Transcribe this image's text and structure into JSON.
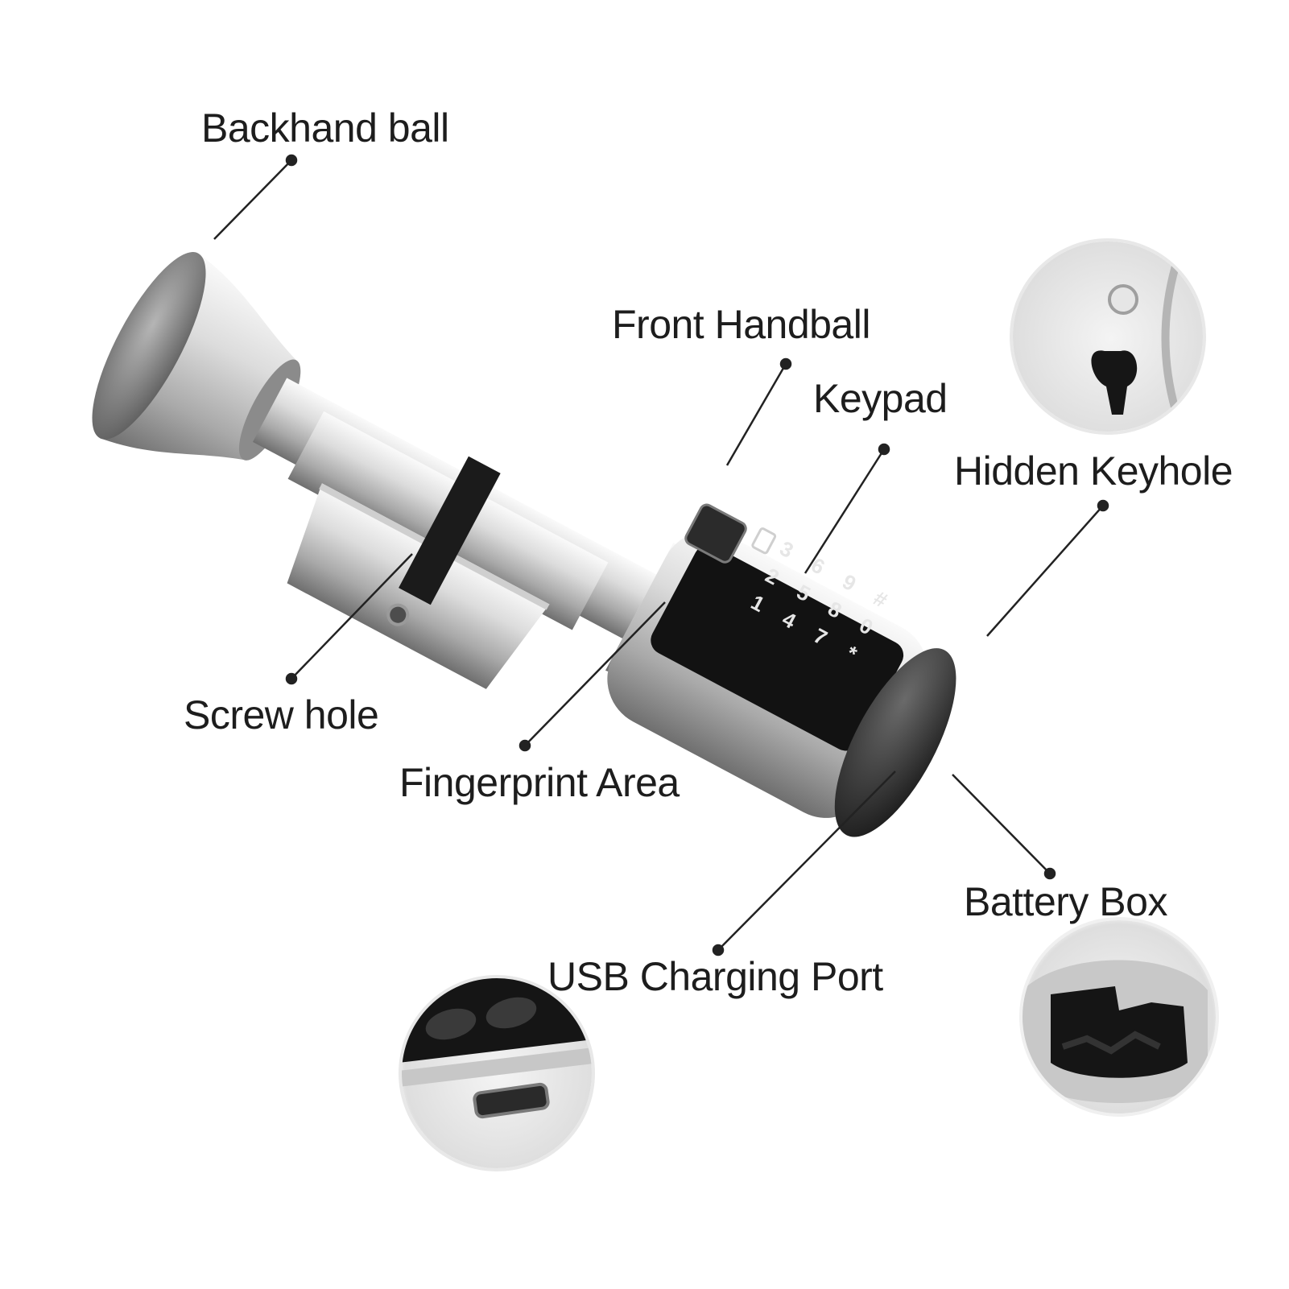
{
  "labels": {
    "backhand_ball": "Backhand ball",
    "front_handball": "Front Handball",
    "keypad": "Keypad",
    "hidden_keyhole": "Hidden Keyhole",
    "screw_hole": "Screw hole",
    "fingerprint_area": "Fingerprint Area",
    "battery_box": "Battery Box",
    "usb_charging_port": "USB Charging Port"
  },
  "keypad_keys": [
    "3",
    "6",
    "9",
    "#",
    "2",
    "5",
    "8",
    "0",
    "1",
    "4",
    "7",
    "*"
  ],
  "colors": {
    "metal_light": "#eeeeee",
    "metal_mid": "#b9b9b9",
    "metal_dark": "#6f6f6f",
    "panel": "#111111",
    "key_text": "#e6e6e6",
    "leader_line": "#222222",
    "label_text": "#1d1d1d"
  }
}
